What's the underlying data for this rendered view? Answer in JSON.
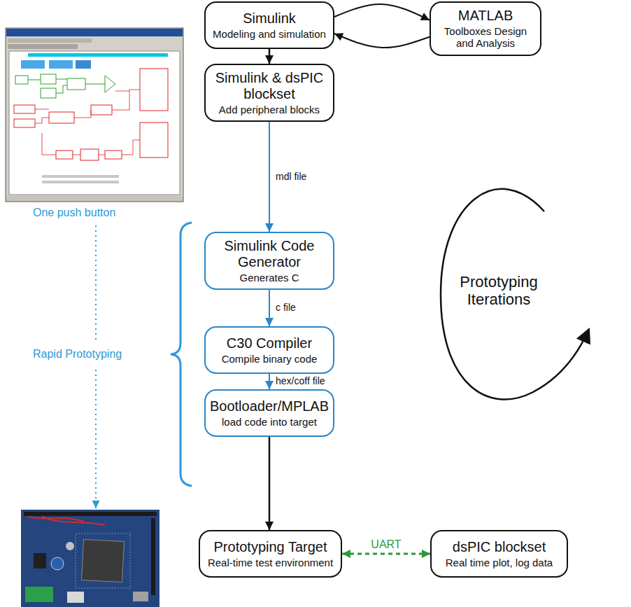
{
  "diagram": {
    "nodes": [
      {
        "text": [
          "Simulink",
          "Modeling and simulation"
        ]
      },
      {
        "text": [
          "MATLAB",
          "Toolboxes Design and Analysis"
        ]
      },
      {
        "text": [
          "Simulink & dsPIC blockset",
          "Add peripheral blocks"
        ]
      },
      {
        "text": [
          "Simulink Code Generator",
          "Generates C"
        ]
      },
      {
        "text": [
          "C30 Compiler",
          "Compile binary code"
        ]
      },
      {
        "text": [
          "Bootloader/MPLAB",
          "load code into target"
        ]
      },
      {
        "text": [
          "Prototyping Target",
          "Real-time test environment"
        ]
      },
      {
        "text": [
          "dsPIC blockset",
          "Real time plot, log data"
        ]
      }
    ],
    "edges": [
      {
        "from": 0,
        "to": 1,
        "arrow": "to"
      },
      {
        "from": 1,
        "to": 0,
        "arrow": "to"
      },
      {
        "from": 0,
        "to": 2,
        "arrow": "to"
      },
      {
        "from": 2,
        "to": 3,
        "label": "mdl file",
        "arrow": "to"
      },
      {
        "from": 3,
        "to": 4,
        "label": "c file",
        "arrow": "to"
      },
      {
        "from": 4,
        "to": 5,
        "label": "hex/coff file",
        "arrow": "to"
      },
      {
        "from": 5,
        "to": 6,
        "arrow": "to"
      },
      {
        "from": 6,
        "to": 7,
        "label": "UART",
        "arrow": "both"
      }
    ],
    "labels": [
      "One push button",
      "Rapid Prototyping",
      "Prototyping Iterations"
    ]
  }
}
